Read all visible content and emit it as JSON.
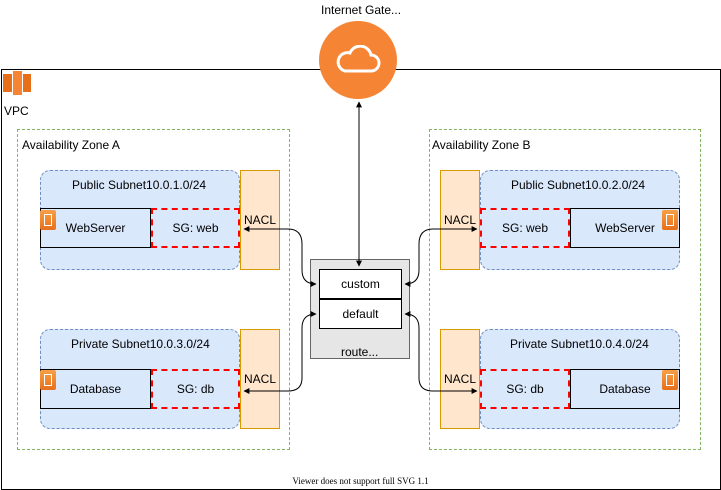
{
  "internet_gateway": {
    "label": "Internet Gate..."
  },
  "vpc": {
    "label": "VPC"
  },
  "zones": {
    "a": {
      "label": "Availability Zone A",
      "public_subnet": {
        "label": "Public Subnet10.0.1.0/24",
        "instance": "WebServer",
        "sg": "SG: web",
        "nacl": "NACL"
      },
      "private_subnet": {
        "label": "Private Subnet10.0.3.0/24",
        "instance": "Database",
        "sg": "SG: db",
        "nacl": "NACL"
      }
    },
    "b": {
      "label": "Availability Zone B",
      "public_subnet": {
        "label": "Public Subnet10.0.2.0/24",
        "instance": "WebServer",
        "sg": "SG: web",
        "nacl": "NACL"
      },
      "private_subnet": {
        "label": "Private Subnet10.0.4.0/24",
        "instance": "Database",
        "sg": "SG: db",
        "nacl": "NACL"
      }
    }
  },
  "route_table": {
    "label": "route...",
    "rows": [
      "custom",
      "default"
    ]
  },
  "footer": {
    "text": "Viewer does not support full SVG 1.1"
  },
  "colors": {
    "gateway": "#f58534",
    "subnet": "#dae8fc",
    "nacl": "#ffe6cc",
    "sg_border": "#ff0000",
    "zone_border": "#82b366"
  },
  "icons": [
    "cloud-icon",
    "vpc-icon",
    "ec2-instance-icon"
  ]
}
